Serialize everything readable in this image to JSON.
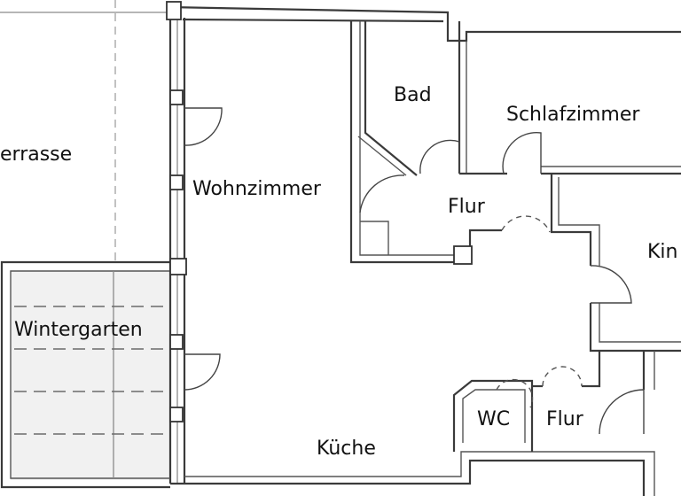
{
  "rooms": {
    "terrasse": "errasse",
    "wohnzimmer": "Wohnzimmer",
    "bad": "Bad",
    "schlafzimmer": "Schlafzimmer",
    "flur_top": "Flur",
    "kind": "Kin",
    "wintergarten": "Wintergarten",
    "kueche": "Küche",
    "wc": "WC",
    "flur_bottom": "Flur"
  }
}
